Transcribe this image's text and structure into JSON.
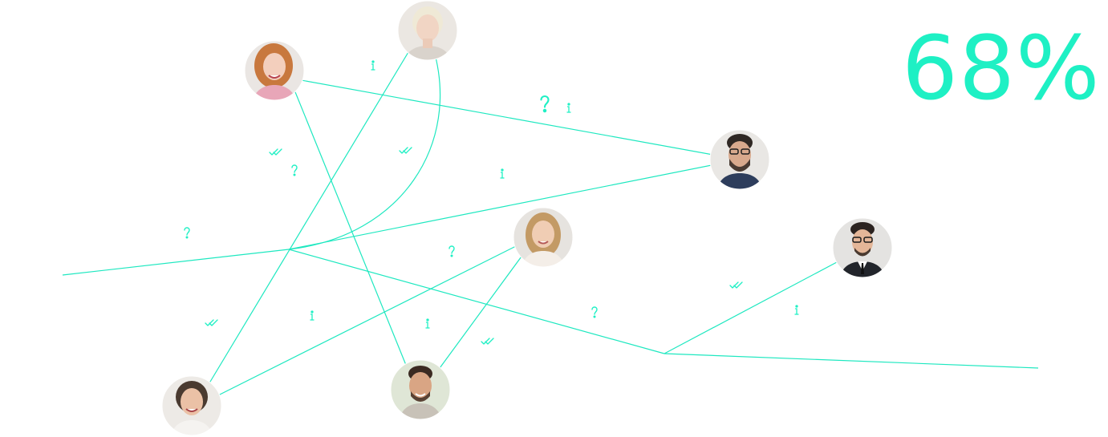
{
  "headline": {
    "percent_text": "68%"
  },
  "theme": {
    "accent": "#1ef0c4",
    "line": "#1ee8c0",
    "avatar_bg": "#e9e4df"
  },
  "avatars": [
    {
      "id": "blonde-woman",
      "icon": "person-avatar"
    },
    {
      "id": "redhead-woman",
      "icon": "person-avatar"
    },
    {
      "id": "bearded-man",
      "icon": "person-avatar"
    },
    {
      "id": "smiling-woman",
      "icon": "person-avatar"
    },
    {
      "id": "man-with-glasses",
      "icon": "person-avatar"
    },
    {
      "id": "woman-bottom-left",
      "icon": "person-avatar"
    },
    {
      "id": "man-bottom",
      "icon": "person-avatar"
    }
  ],
  "glyphs": {
    "info": "i",
    "question": "?",
    "check": "double-check-icon"
  }
}
